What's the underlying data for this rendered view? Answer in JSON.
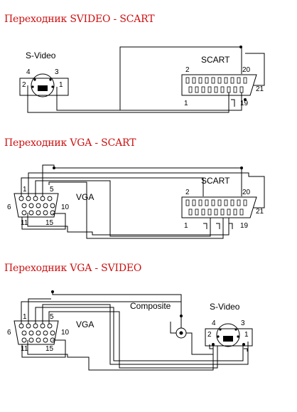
{
  "sections": [
    {
      "title": "Переходник SVIDEO - SCART",
      "left_connector": {
        "name": "S-Video",
        "pins": [
          "4",
          "3",
          "2",
          "1"
        ]
      },
      "right_connector": {
        "name": "SCART",
        "pins": [
          "2",
          "20",
          "21",
          "1",
          "19"
        ]
      }
    },
    {
      "title": "Переходник VGA - SCART",
      "left_connector": {
        "name": "VGA",
        "pins": [
          "1",
          "5",
          "6",
          "10",
          "11",
          "15"
        ]
      },
      "right_connector": {
        "name": "SCART",
        "pins": [
          "2",
          "20",
          "21",
          "1",
          "19"
        ]
      }
    },
    {
      "title": "Переходник VGA - SVIDEO",
      "left_connector": {
        "name": "VGA",
        "pins": [
          "1",
          "5",
          "6",
          "10",
          "11",
          "15"
        ]
      },
      "composite": {
        "name": "Composite"
      },
      "right_connector": {
        "name": "S-Video",
        "pins": [
          "4",
          "3",
          "2",
          "1"
        ]
      }
    }
  ]
}
